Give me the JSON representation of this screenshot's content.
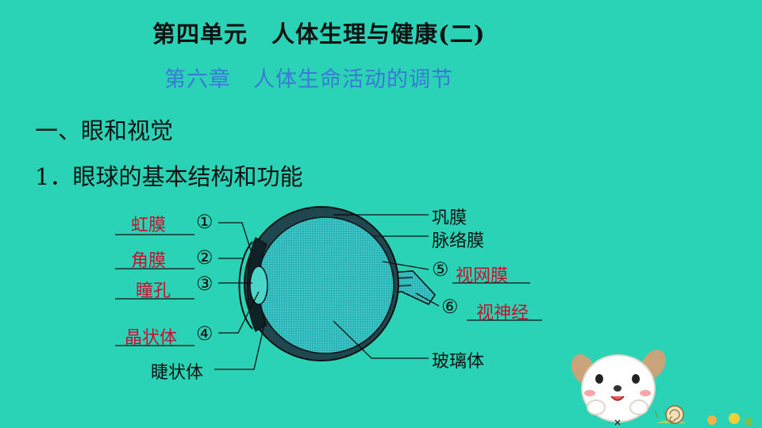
{
  "header": {
    "unit_title": "第四单元　人体生理与健康(二)",
    "chapter_title": "第六章　人体生命活动的调节"
  },
  "section": {
    "heading": "一、眼和视觉",
    "subheading": "1．眼球的基本结构和功能"
  },
  "diagram": {
    "left_labels": [
      {
        "answer": "虹膜",
        "marker": "①"
      },
      {
        "answer": "角膜",
        "marker": "②"
      },
      {
        "answer": "瞳孔",
        "marker": "③"
      },
      {
        "answer": "晶状体",
        "marker": "④"
      }
    ],
    "bottom_left_label": "睫状体",
    "right_labels": {
      "sclera": "巩膜",
      "choroid": "脉络膜",
      "retina_marker": "⑤",
      "retina_answer": "视网膜",
      "nerve_marker": "⑥",
      "nerve_answer": "视神经",
      "vitreous": "玻璃体"
    }
  },
  "colors": {
    "background": "#2ad3b5",
    "answer_text": "#c8102e",
    "subtitle_text": "#3a79d6"
  },
  "icons": {
    "mascot": "puppy-mascot-icon",
    "snail": "snail-icon"
  }
}
